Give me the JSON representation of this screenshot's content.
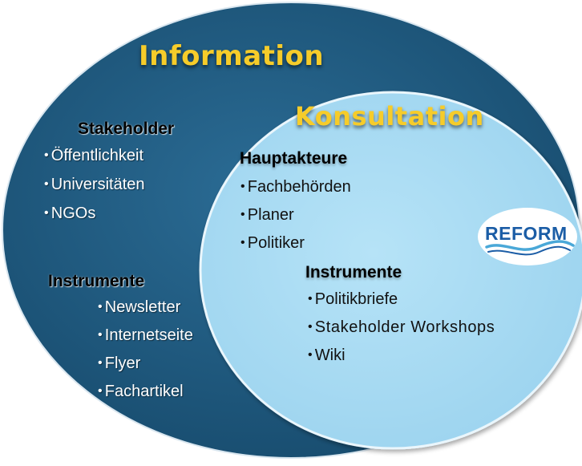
{
  "colors": {
    "outer_ellipse": "#1f567c",
    "inner_ellipse": "#a9dcf4",
    "heading_gold": "#f6cc2a",
    "logo_blue": "#1b5da6"
  },
  "outer": {
    "title": "Information",
    "stakeholder": {
      "heading": "Stakeholder",
      "items": [
        "Öffentlichkeit",
        "Universitäten",
        "NGOs"
      ]
    },
    "instrumente": {
      "heading": "Instrumente",
      "items": [
        "Newsletter",
        "Internetseite",
        "Flyer",
        "Fachartikel"
      ]
    }
  },
  "inner": {
    "title": "Konsultation",
    "hauptakteure": {
      "heading": "Hauptakteure",
      "items": [
        "Fachbehörden",
        "Planer",
        "Politiker"
      ]
    },
    "instrumente": {
      "heading": "Instrumente",
      "items": [
        "Politikbriefe",
        "Stakeholder Workshops",
        "Wiki"
      ]
    }
  },
  "logo": {
    "text": "REFORM"
  }
}
